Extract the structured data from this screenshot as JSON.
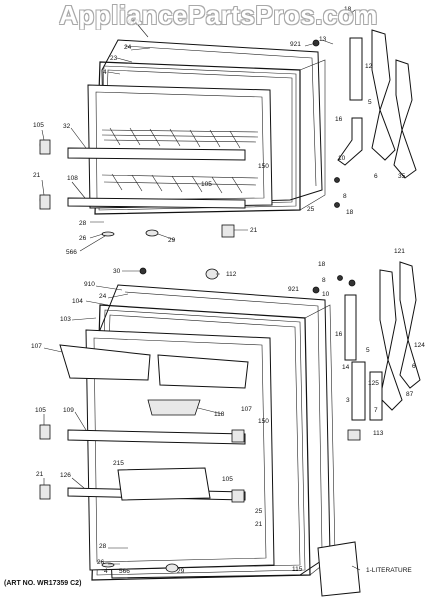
{
  "watermark": "AppliancePartsPros.com",
  "art_number": "(ART NO. WR17359 C2)",
  "labels": [
    {
      "id": "t1",
      "text": "18"
    },
    {
      "id": "t2",
      "text": "910"
    },
    {
      "id": "t3",
      "text": "24"
    },
    {
      "id": "t4",
      "text": "23"
    },
    {
      "id": "t5",
      "text": "4"
    },
    {
      "id": "t6",
      "text": "921"
    },
    {
      "id": "t7",
      "text": "13"
    },
    {
      "id": "t8",
      "text": "12"
    },
    {
      "id": "t9",
      "text": "5"
    },
    {
      "id": "t10",
      "text": "16"
    },
    {
      "id": "t11",
      "text": "10"
    },
    {
      "id": "t12",
      "text": "8"
    },
    {
      "id": "t13",
      "text": "18"
    },
    {
      "id": "t14",
      "text": "6"
    },
    {
      "id": "t15",
      "text": "35"
    },
    {
      "id": "t16",
      "text": "105"
    },
    {
      "id": "t17",
      "text": "32"
    },
    {
      "id": "t18",
      "text": "150"
    },
    {
      "id": "t19",
      "text": "105"
    },
    {
      "id": "t20",
      "text": "21"
    },
    {
      "id": "t21",
      "text": "108"
    },
    {
      "id": "t22",
      "text": "25"
    },
    {
      "id": "t23",
      "text": "28"
    },
    {
      "id": "t24",
      "text": "21"
    },
    {
      "id": "t25",
      "text": "26"
    },
    {
      "id": "t26",
      "text": "29"
    },
    {
      "id": "t27",
      "text": "566"
    },
    {
      "id": "b1",
      "text": "30"
    },
    {
      "id": "b2",
      "text": "112"
    },
    {
      "id": "b3",
      "text": "910"
    },
    {
      "id": "b4",
      "text": "24"
    },
    {
      "id": "b5",
      "text": "18"
    },
    {
      "id": "b6",
      "text": "121"
    },
    {
      "id": "b7",
      "text": "104"
    },
    {
      "id": "b8",
      "text": "921"
    },
    {
      "id": "b9",
      "text": "10"
    },
    {
      "id": "b10",
      "text": "8"
    },
    {
      "id": "b11",
      "text": "103"
    },
    {
      "id": "b12",
      "text": "16"
    },
    {
      "id": "b13",
      "text": "124"
    },
    {
      "id": "b14",
      "text": "107"
    },
    {
      "id": "b15",
      "text": "5"
    },
    {
      "id": "b16",
      "text": "6"
    },
    {
      "id": "b17",
      "text": "14"
    },
    {
      "id": "b18",
      "text": "125"
    },
    {
      "id": "b19",
      "text": "87"
    },
    {
      "id": "b20",
      "text": "105"
    },
    {
      "id": "b21",
      "text": "109"
    },
    {
      "id": "b22",
      "text": "118"
    },
    {
      "id": "b23",
      "text": "107"
    },
    {
      "id": "b24",
      "text": "3"
    },
    {
      "id": "b25",
      "text": "7"
    },
    {
      "id": "b26",
      "text": "113"
    },
    {
      "id": "b27",
      "text": "150"
    },
    {
      "id": "b28",
      "text": "215"
    },
    {
      "id": "b29",
      "text": "21"
    },
    {
      "id": "b30",
      "text": "126"
    },
    {
      "id": "b31",
      "text": "105"
    },
    {
      "id": "b32",
      "text": "25"
    },
    {
      "id": "b33",
      "text": "21"
    },
    {
      "id": "b34",
      "text": "28"
    },
    {
      "id": "b35",
      "text": "26"
    },
    {
      "id": "b36",
      "text": "566"
    },
    {
      "id": "b37",
      "text": "4"
    },
    {
      "id": "b38",
      "text": "29"
    },
    {
      "id": "b39",
      "text": "115"
    },
    {
      "id": "b40",
      "text": "1-LITERATURE"
    }
  ]
}
